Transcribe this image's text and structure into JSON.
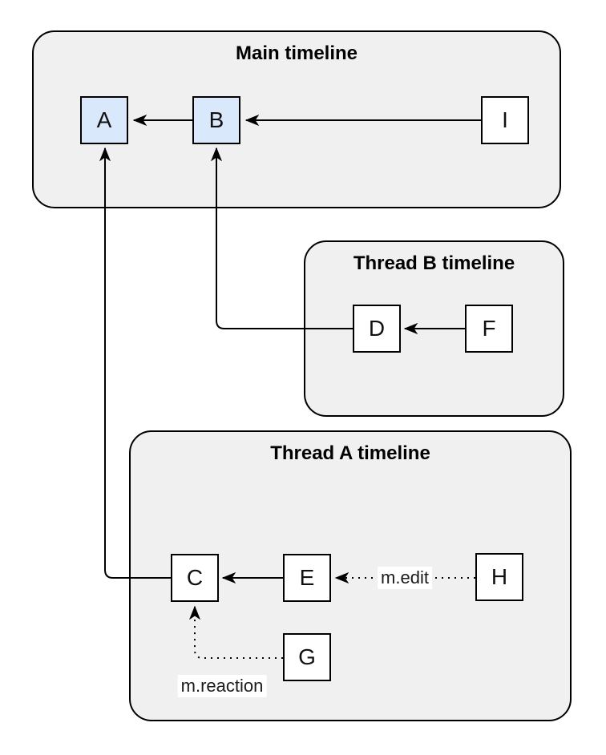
{
  "containers": {
    "main": {
      "title": "Main timeline"
    },
    "thread_b": {
      "title": "Thread B timeline"
    },
    "thread_a": {
      "title": "Thread A timeline"
    }
  },
  "nodes": {
    "a": {
      "label": "A"
    },
    "b": {
      "label": "B"
    },
    "i": {
      "label": "I"
    },
    "d": {
      "label": "D"
    },
    "f": {
      "label": "F"
    },
    "c": {
      "label": "C"
    },
    "e": {
      "label": "E"
    },
    "h": {
      "label": "H"
    },
    "g": {
      "label": "G"
    }
  },
  "edge_labels": {
    "edit": "m.edit",
    "reaction": "m.reaction"
  },
  "colors": {
    "container_fill": "#f0f0f0",
    "container_stroke": "#000000",
    "node_fill": "#ffffff",
    "node_highlight_fill": "#dae8fc",
    "edge_stroke": "#000000",
    "label_bg": "#ffffff"
  }
}
